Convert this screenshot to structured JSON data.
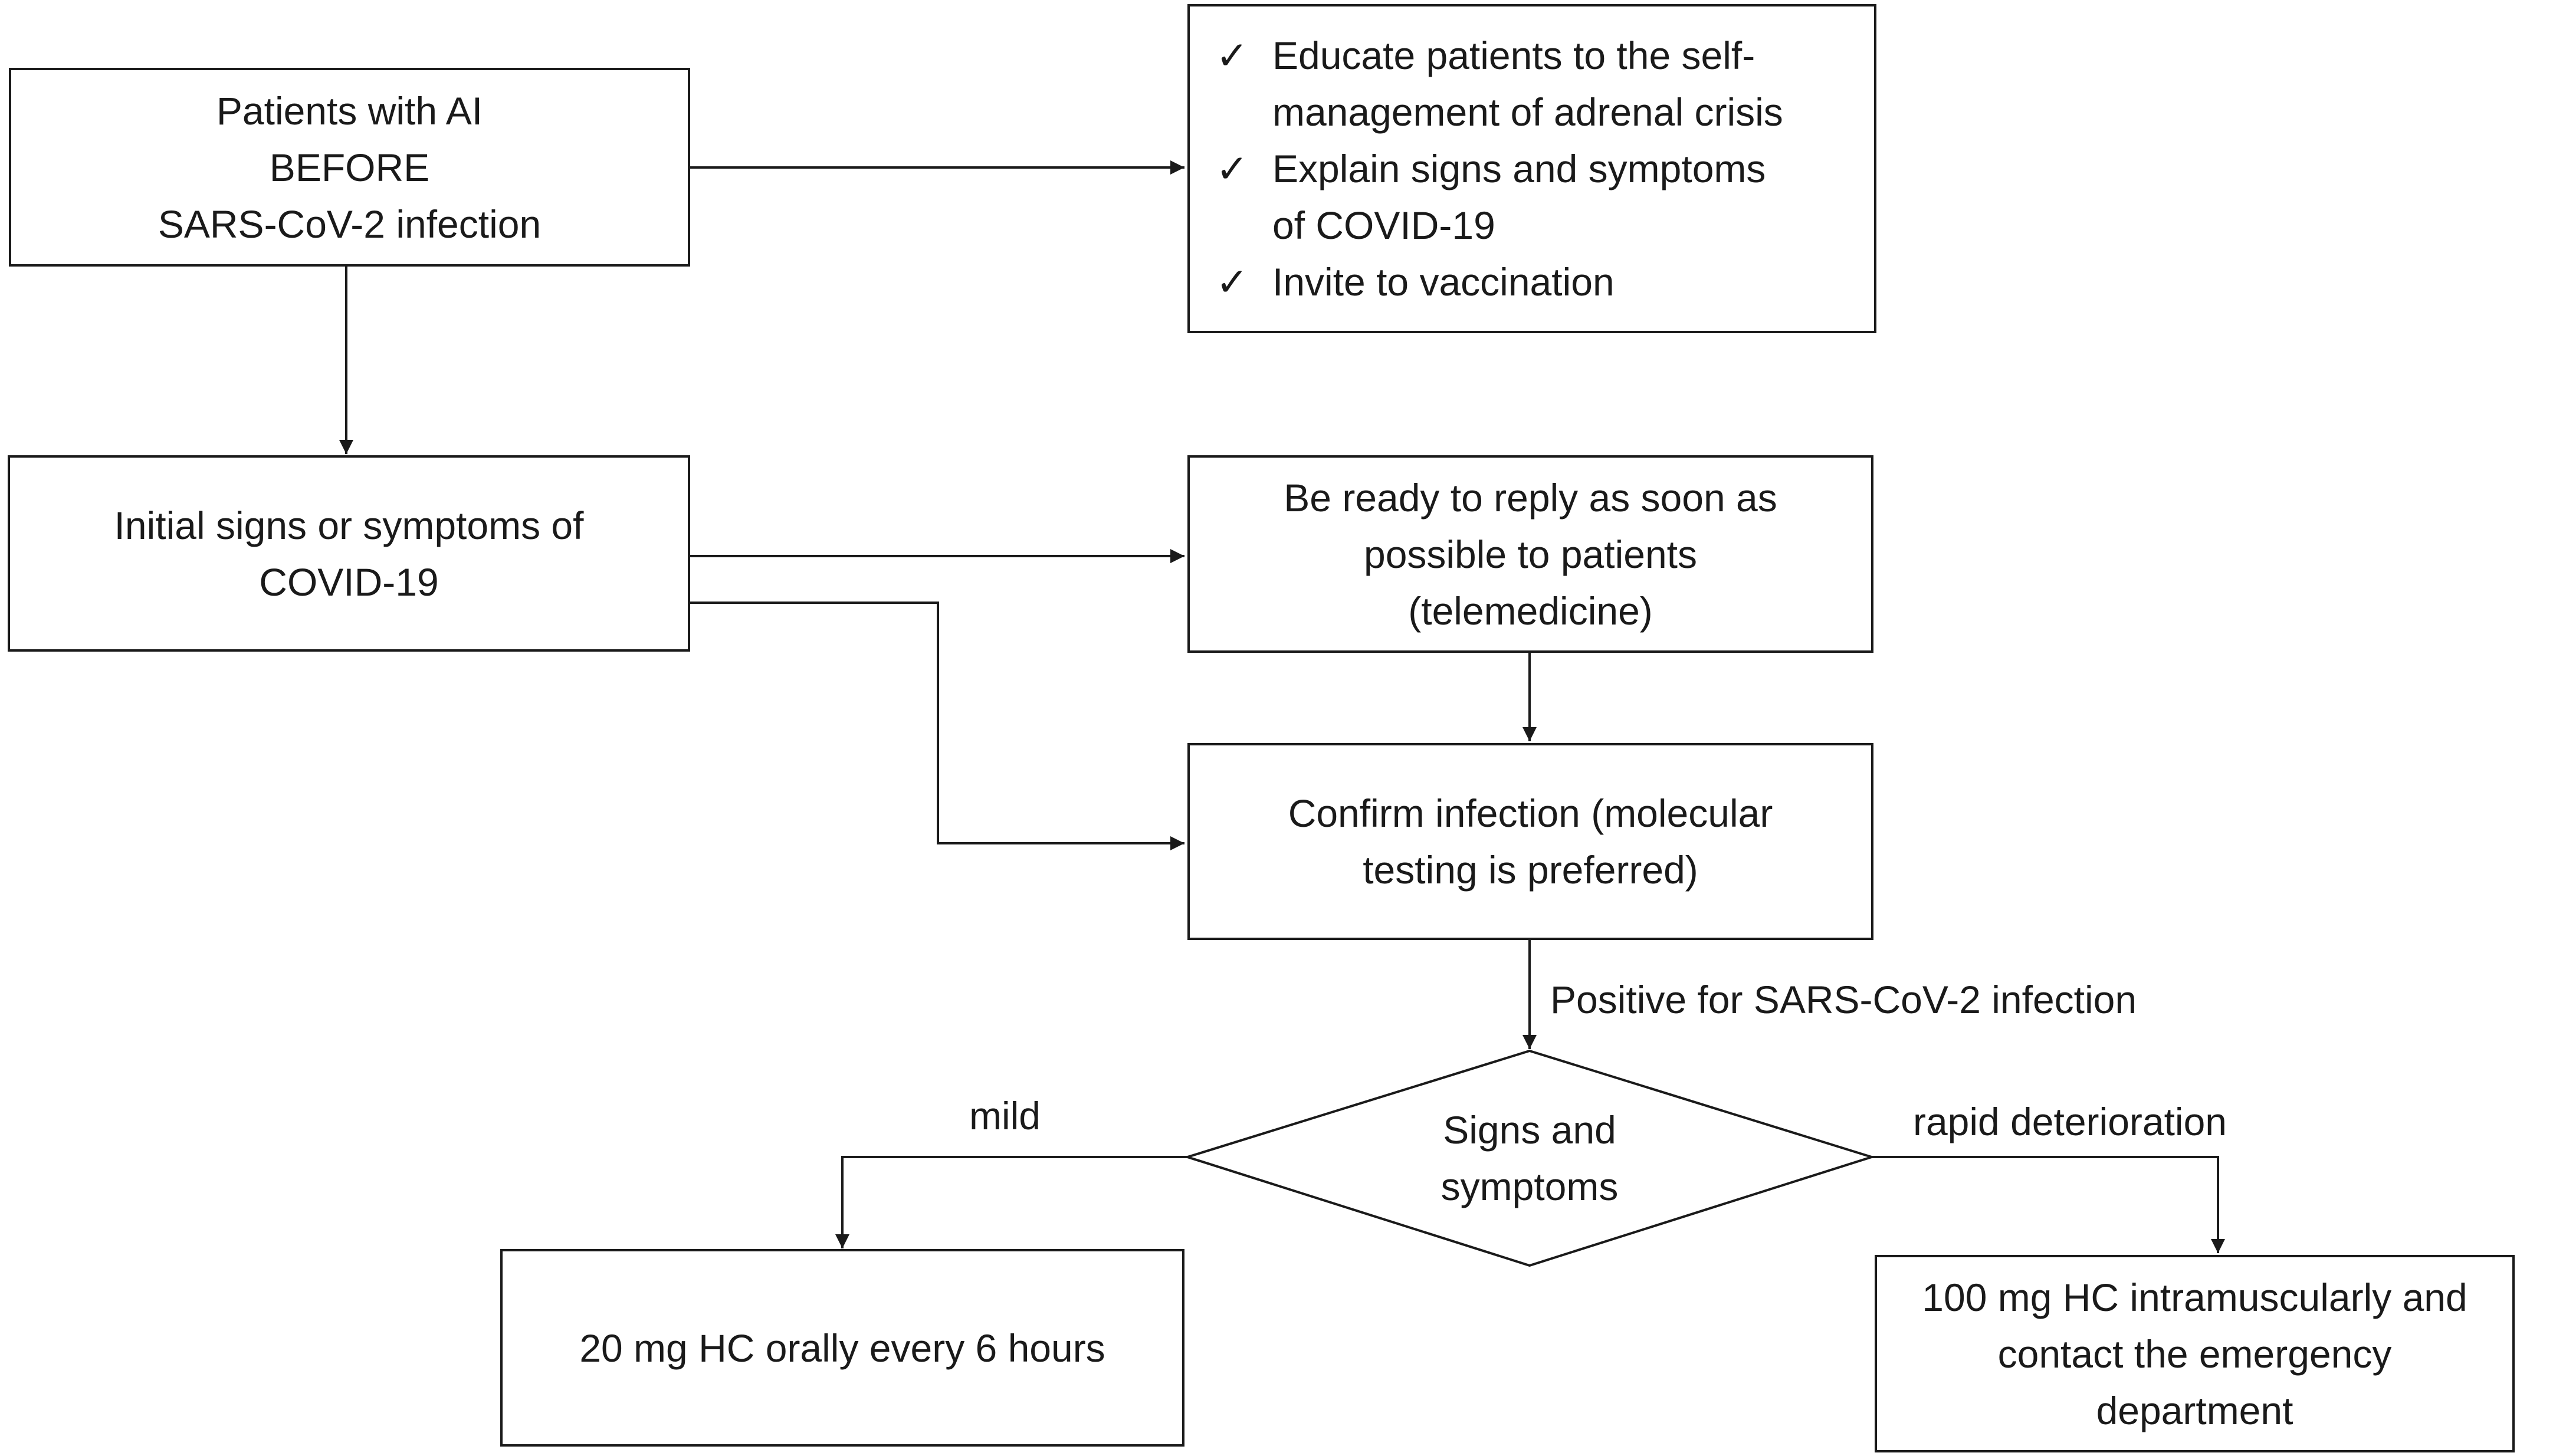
{
  "nodes": {
    "before_infection": {
      "lines": [
        "Patients with AI",
        "BEFORE",
        "SARS-CoV-2 infection"
      ]
    },
    "education": {
      "items": [
        {
          "lines": [
            "Educate patients to the self-",
            "management of adrenal crisis"
          ]
        },
        {
          "lines": [
            "Explain signs and symptoms",
            "of COVID-19"
          ]
        },
        {
          "lines": [
            "Invite to vaccination"
          ]
        }
      ]
    },
    "initial_signs": {
      "lines": [
        "Initial signs or symptoms of",
        "COVID-19"
      ]
    },
    "telemedicine": {
      "lines": [
        "Be ready to reply as soon as",
        "possible to patients",
        "(telemedicine)"
      ]
    },
    "confirm": {
      "lines": [
        "Confirm infection (molecular",
        "testing is preferred)"
      ]
    },
    "decision": {
      "lines": [
        "Signs and",
        "symptoms"
      ]
    },
    "mild_treatment": {
      "lines": [
        "20 mg HC orally every 6 hours"
      ]
    },
    "severe_treatment": {
      "lines": [
        "100 mg HC intramuscularly and",
        "contact the emergency",
        "department"
      ]
    }
  },
  "edge_labels": {
    "positive": "Positive for SARS-CoV-2 infection",
    "mild": "mild",
    "rapid": "rapid deterioration"
  },
  "check_glyph": "✓"
}
